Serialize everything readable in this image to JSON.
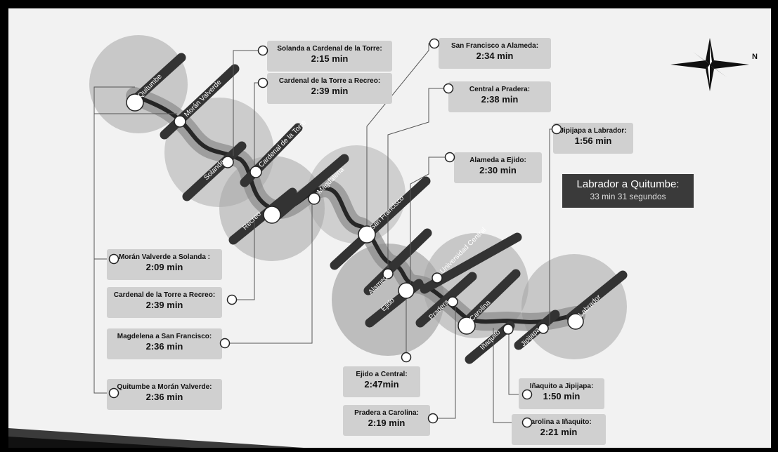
{
  "total_box": {
    "title": "Labrador a Quitumbe:",
    "value": "33 min 31 segundos"
  },
  "compass": {
    "north_label": "N",
    "icon": "compass-rose-icon"
  },
  "colors": {
    "route": "#222222",
    "halo": "#9a9a9a",
    "bar": "#333333",
    "box": "#d0d0d0",
    "total_box": "#3a3a3a"
  },
  "stations": [
    "Quitumbe",
    "Morán Valverde",
    "Solanda",
    "Cardenal de la Torre",
    "Recreo",
    "Magdalena",
    "San Francisco",
    "Alameda",
    "Ejido",
    "Universidad Central",
    "Pradera",
    "Carolina",
    "Iñaquito",
    "Jipijapa",
    "Labrador"
  ],
  "segments": [
    {
      "title": "Solanda a Cardenal de la Torre:",
      "time": "2:15 min"
    },
    {
      "title": "Cardenal de la Torre a Recreo:",
      "time": "2:39 min"
    },
    {
      "title": "San Francisco a Alameda:",
      "time": "2:34 min"
    },
    {
      "title": "Central a Pradera:",
      "time": "2:38 min"
    },
    {
      "title": "Alameda a Ejido:",
      "time": "2:30 min"
    },
    {
      "title": "Jipijapa a Labrador:",
      "time": "1:56 min"
    },
    {
      "title": "Morán Valverde a Solanda :",
      "time": "2:09 min"
    },
    {
      "title": "Cardenal de la Torre a Recreo:",
      "time": "2:39 min"
    },
    {
      "title": "Magdelena a San Francisco:",
      "time": "2:36 min"
    },
    {
      "title": "Quitumbe a Morán Valverde:",
      "time": "2:36 min"
    },
    {
      "title": "Ejido a Central:",
      "time": "2:47min"
    },
    {
      "title": "Pradera a Carolina:",
      "time": "2:19 min"
    },
    {
      "title": "Iñaquito a Jipijapa:",
      "time": "1:50 min"
    },
    {
      "title": "Carolina a Iñaquito:",
      "time": "2:21 min"
    }
  ]
}
